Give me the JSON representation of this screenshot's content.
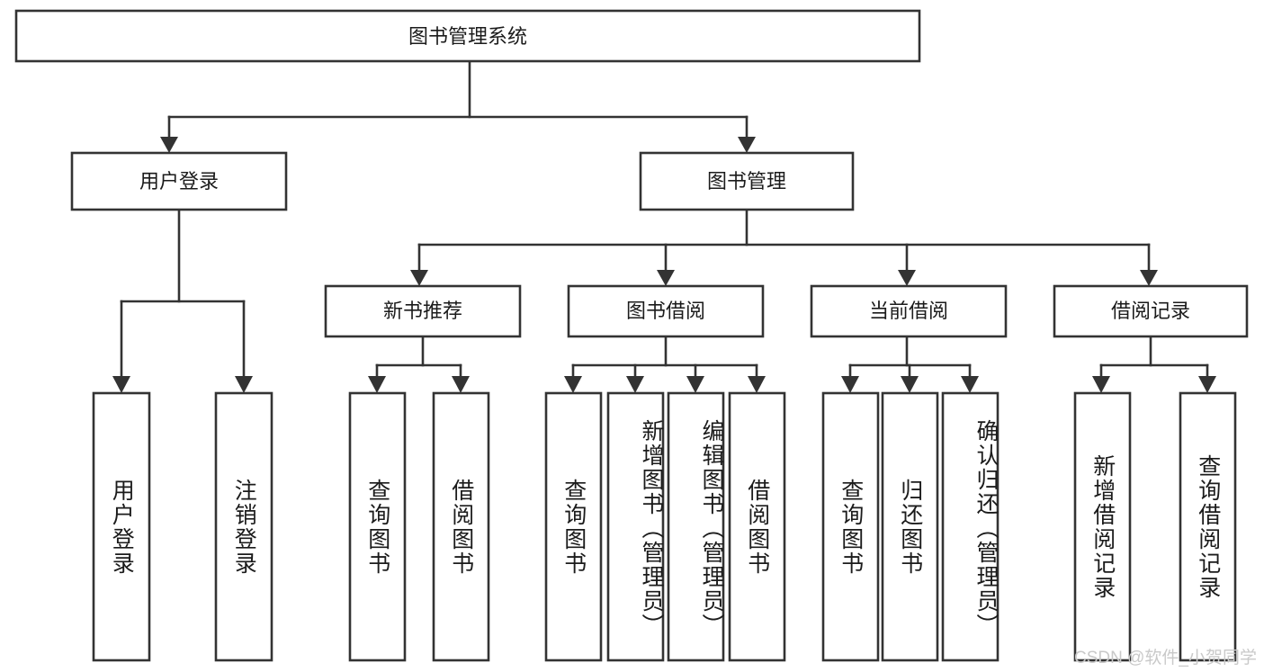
{
  "diagram": {
    "type": "tree",
    "title": "图书管理系统",
    "root": {
      "id": "root",
      "label": "图书管理系统",
      "orientation": "horizontal"
    },
    "level2": [
      {
        "id": "user-login",
        "label": "用户登录",
        "orientation": "horizontal"
      },
      {
        "id": "book-manage",
        "label": "图书管理",
        "orientation": "horizontal"
      }
    ],
    "level3": [
      {
        "id": "new-book-recommend",
        "label": "新书推荐",
        "parent": "book-manage",
        "orientation": "horizontal"
      },
      {
        "id": "book-borrow",
        "label": "图书借阅",
        "parent": "book-manage",
        "orientation": "horizontal"
      },
      {
        "id": "current-borrow",
        "label": "当前借阅",
        "parent": "book-manage",
        "orientation": "horizontal"
      },
      {
        "id": "borrow-record",
        "label": "借阅记录",
        "parent": "book-manage",
        "orientation": "horizontal"
      }
    ],
    "leaves": [
      {
        "id": "leaf-user-login",
        "label": "用户登录",
        "parent": "user-login",
        "orientation": "vertical"
      },
      {
        "id": "leaf-logout-login",
        "label": "注销登录",
        "parent": "user-login",
        "orientation": "vertical"
      },
      {
        "id": "leaf-query-book-1",
        "label": "查询图书",
        "parent": "new-book-recommend",
        "orientation": "vertical"
      },
      {
        "id": "leaf-borrow-book-1",
        "label": "借阅图书",
        "parent": "new-book-recommend",
        "orientation": "vertical"
      },
      {
        "id": "leaf-query-book-2",
        "label": "查询图书",
        "parent": "book-borrow",
        "orientation": "vertical"
      },
      {
        "id": "leaf-add-book",
        "label": "新增图书（管理员）",
        "parent": "book-borrow",
        "orientation": "vertical"
      },
      {
        "id": "leaf-edit-book",
        "label": "编辑图书（管理员）",
        "parent": "book-borrow",
        "orientation": "vertical"
      },
      {
        "id": "leaf-borrow-book-2",
        "label": "借阅图书",
        "parent": "book-borrow",
        "orientation": "vertical"
      },
      {
        "id": "leaf-query-book-3",
        "label": "查询图书",
        "parent": "current-borrow",
        "orientation": "vertical"
      },
      {
        "id": "leaf-return-book",
        "label": "归还图书",
        "parent": "current-borrow",
        "orientation": "vertical"
      },
      {
        "id": "leaf-confirm-return",
        "label": "确认归还（管理员）",
        "parent": "current-borrow",
        "orientation": "vertical"
      },
      {
        "id": "leaf-add-record",
        "label": "新增借阅记录",
        "parent": "borrow-record",
        "orientation": "vertical"
      },
      {
        "id": "leaf-query-record",
        "label": "查询借阅记录",
        "parent": "borrow-record",
        "orientation": "vertical"
      }
    ]
  },
  "watermark": {
    "text": "CSDN @软件_小贺同学"
  },
  "colors": {
    "stroke": "#333333",
    "fill": "#ffffff",
    "text": "#1b1b1b",
    "watermark": "#c9c9c9"
  }
}
